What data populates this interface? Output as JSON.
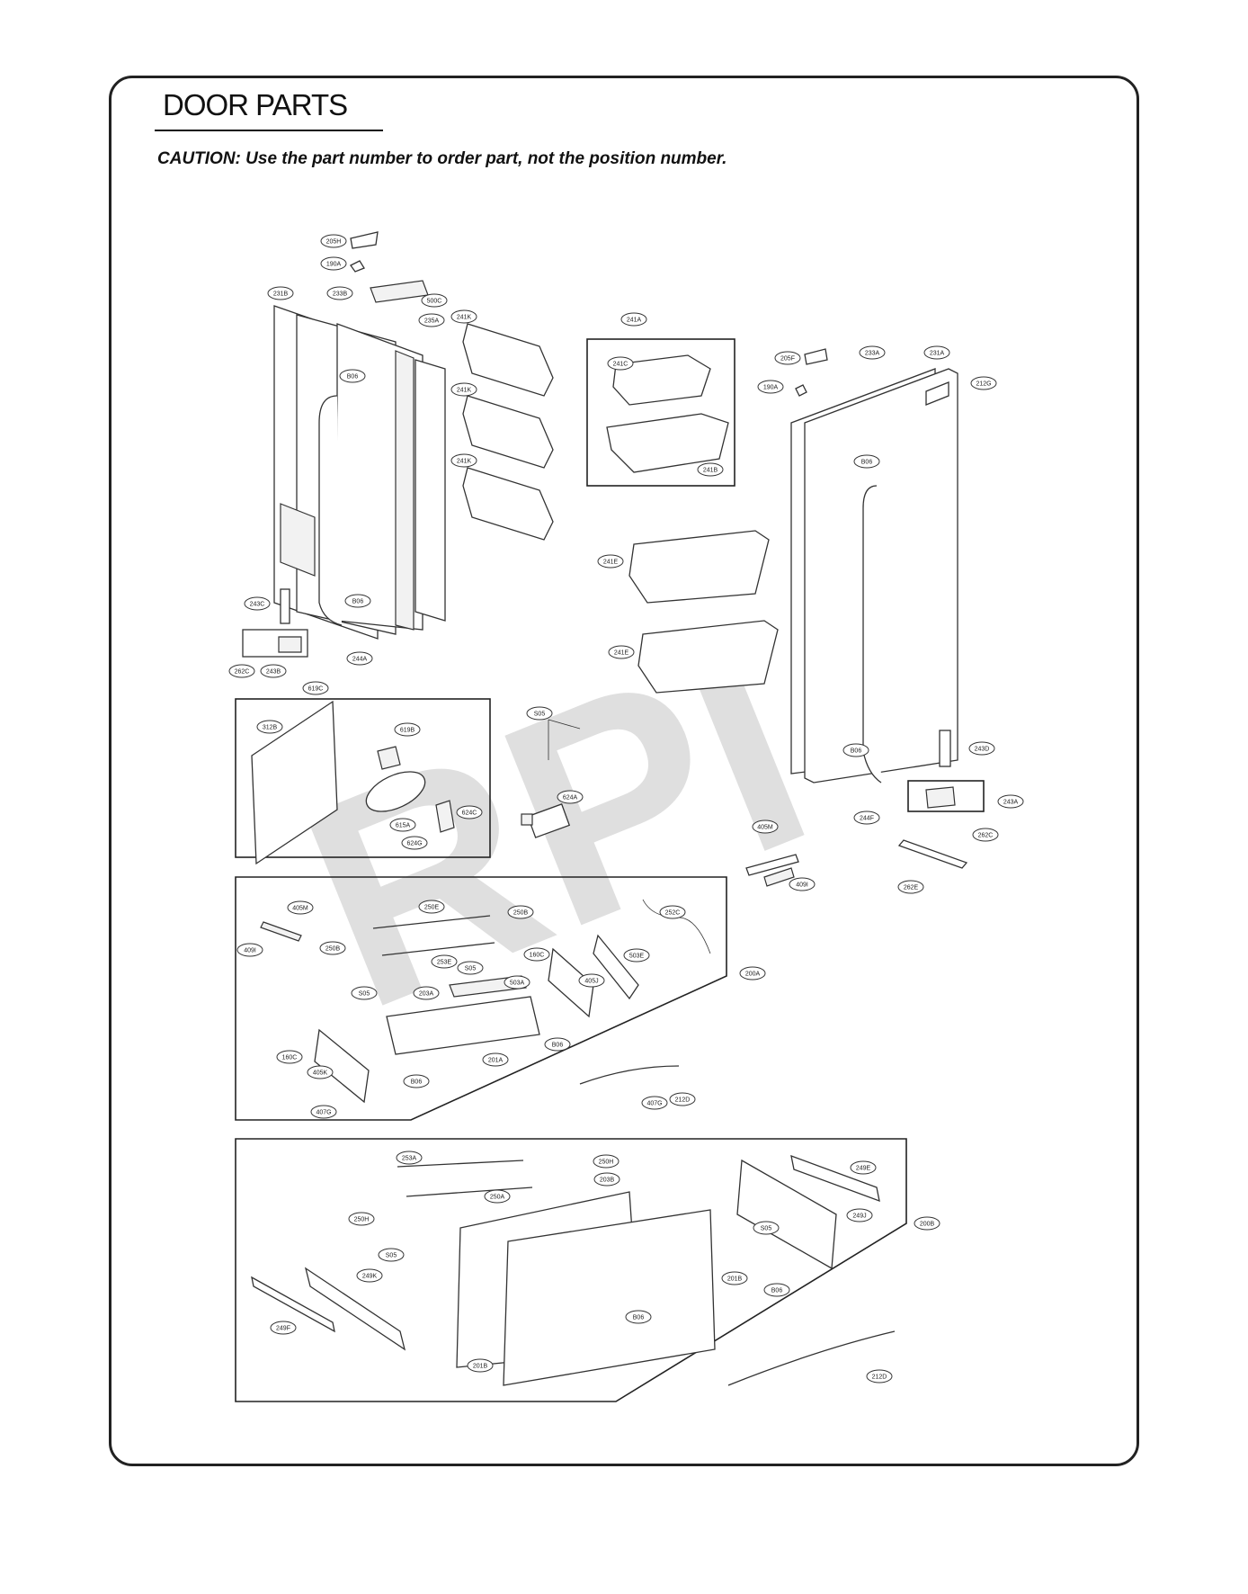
{
  "header": {
    "title": "DOOR PARTS",
    "caution": "CAUTION: Use the part number to order part, not the position number."
  },
  "watermark": {
    "text": "RPI",
    "color": "#d8d8d8"
  },
  "callouts": [
    {
      "id": "c205H",
      "text": "205H"
    },
    {
      "id": "c190A1",
      "text": "190A"
    },
    {
      "id": "c500C",
      "text": "500C"
    },
    {
      "id": "c231B",
      "text": "231B"
    },
    {
      "id": "c233B",
      "text": "233B"
    },
    {
      "id": "c235A",
      "text": "235A"
    },
    {
      "id": "c241K1",
      "text": "241K"
    },
    {
      "id": "c241K2",
      "text": "241K"
    },
    {
      "id": "c241K3",
      "text": "241K"
    },
    {
      "id": "cB06a",
      "text": "B06"
    },
    {
      "id": "cB06b",
      "text": "B06"
    },
    {
      "id": "c243C",
      "text": "243C"
    },
    {
      "id": "c262C1",
      "text": "262C"
    },
    {
      "id": "c243B",
      "text": "243B"
    },
    {
      "id": "c244A",
      "text": "244A"
    },
    {
      "id": "c241A",
      "text": "241A"
    },
    {
      "id": "c241C",
      "text": "241C"
    },
    {
      "id": "c241B",
      "text": "241B"
    },
    {
      "id": "c205F",
      "text": "205F"
    },
    {
      "id": "c190A2",
      "text": "190A"
    },
    {
      "id": "c233A",
      "text": "233A"
    },
    {
      "id": "c231A",
      "text": "231A"
    },
    {
      "id": "c212G",
      "text": "212G"
    },
    {
      "id": "cB06c",
      "text": "B06"
    },
    {
      "id": "c241E1",
      "text": "241E"
    },
    {
      "id": "c241E2",
      "text": "241E"
    },
    {
      "id": "cB06d",
      "text": "B06"
    },
    {
      "id": "c243D",
      "text": "243D"
    },
    {
      "id": "c243A",
      "text": "243A"
    },
    {
      "id": "c244F",
      "text": "244F"
    },
    {
      "id": "c262C2",
      "text": "262C"
    },
    {
      "id": "c262E",
      "text": "262E"
    },
    {
      "id": "c619C",
      "text": "619C"
    },
    {
      "id": "c312B",
      "text": "312B"
    },
    {
      "id": "c619B",
      "text": "619B"
    },
    {
      "id": "c615A",
      "text": "615A"
    },
    {
      "id": "c624G",
      "text": "624G"
    },
    {
      "id": "c624C",
      "text": "624C"
    },
    {
      "id": "cS05a",
      "text": "S05"
    },
    {
      "id": "c624A",
      "text": "624A"
    },
    {
      "id": "c405M1",
      "text": "405M"
    },
    {
      "id": "c409I1",
      "text": "409I"
    },
    {
      "id": "c405M2",
      "text": "405M"
    },
    {
      "id": "c409I2",
      "text": "409I"
    },
    {
      "id": "c250E",
      "text": "250E"
    },
    {
      "id": "c250B1",
      "text": "250B"
    },
    {
      "id": "c250B2",
      "text": "250B"
    },
    {
      "id": "c253E",
      "text": "253E"
    },
    {
      "id": "c252C",
      "text": "252C"
    },
    {
      "id": "c160C1",
      "text": "160C"
    },
    {
      "id": "c503E",
      "text": "503E"
    },
    {
      "id": "cS05b",
      "text": "S05"
    },
    {
      "id": "cS05c",
      "text": "S05"
    },
    {
      "id": "c203A",
      "text": "203A"
    },
    {
      "id": "c503A",
      "text": "503A"
    },
    {
      "id": "c405J",
      "text": "405J"
    },
    {
      "id": "c200A",
      "text": "200A"
    },
    {
      "id": "c160C2",
      "text": "160C"
    },
    {
      "id": "c405K",
      "text": "405K"
    },
    {
      "id": "cB06e",
      "text": "B06"
    },
    {
      "id": "c201A",
      "text": "201A"
    },
    {
      "id": "cB06f",
      "text": "B06"
    },
    {
      "id": "c407G1",
      "text": "407G"
    },
    {
      "id": "c212D1",
      "text": "212D"
    },
    {
      "id": "c407G2",
      "text": "407G"
    },
    {
      "id": "c253A",
      "text": "253A"
    },
    {
      "id": "c250H1",
      "text": "250H"
    },
    {
      "id": "c203B",
      "text": "203B"
    },
    {
      "id": "c250A",
      "text": "250A"
    },
    {
      "id": "c250H2",
      "text": "250H"
    },
    {
      "id": "c249E",
      "text": "249E"
    },
    {
      "id": "cS05d",
      "text": "S05"
    },
    {
      "id": "c249J",
      "text": "249J"
    },
    {
      "id": "c200B",
      "text": "200B"
    },
    {
      "id": "cS05e",
      "text": "S05"
    },
    {
      "id": "c249K",
      "text": "249K"
    },
    {
      "id": "c201B",
      "text": "201B"
    },
    {
      "id": "cB06g",
      "text": "B06"
    },
    {
      "id": "cB06h",
      "text": "B06"
    },
    {
      "id": "c249F",
      "text": "249F"
    },
    {
      "id": "c201Bb",
      "text": "201B"
    },
    {
      "id": "c212D2",
      "text": "212D"
    }
  ]
}
